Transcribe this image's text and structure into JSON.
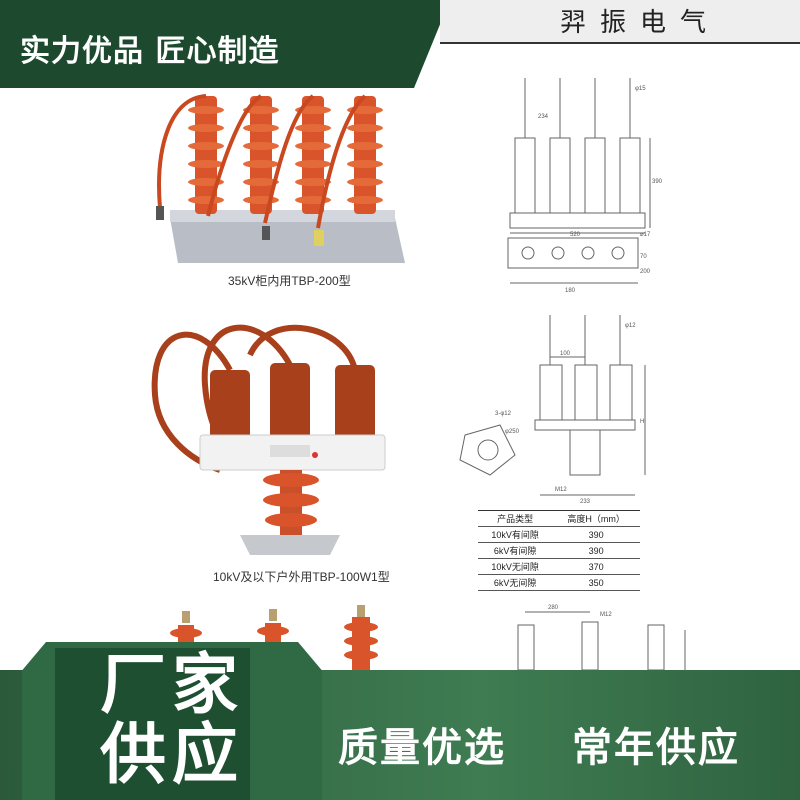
{
  "banner": {
    "tagline": "实力优品 匠心制造"
  },
  "brand": {
    "name": "羿振电气"
  },
  "products": [
    {
      "caption": "35kV柜内用TBP-200型"
    },
    {
      "caption": "10kV及以下户外用TBP-100W1型"
    }
  ],
  "drawing1": {
    "dims": [
      "234",
      "390",
      "520",
      "φ15",
      "⌀17",
      "180",
      "70",
      "200"
    ]
  },
  "drawing2": {
    "dims": [
      "100",
      "φ12",
      "H",
      "3-φ12",
      "φ250",
      "M12",
      "233"
    ]
  },
  "drawing3": {
    "dims": [
      "280",
      "M12"
    ]
  },
  "spec_table": {
    "headers": [
      "产品类型",
      "高度H（mm）"
    ],
    "rows": [
      [
        "10kV有间隙",
        "390"
      ],
      [
        "6kV有间隙",
        "390"
      ],
      [
        "10kV无间隙",
        "370"
      ],
      [
        "6kV无间隙",
        "350"
      ]
    ]
  },
  "bottom": {
    "badge_line1": "厂家",
    "badge_line2": "供应",
    "slogan_left": "质量优选",
    "slogan_right": "常年供应"
  },
  "colors": {
    "banner_green": "#1d4a2f",
    "insulator_orange": "#d9542a",
    "insulator_brown": "#a8401c"
  }
}
